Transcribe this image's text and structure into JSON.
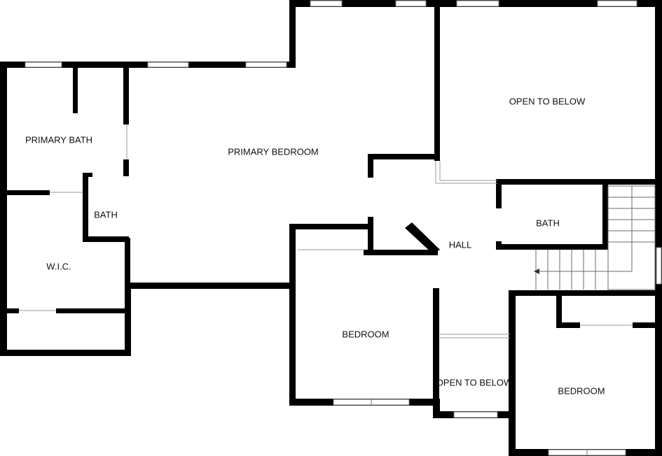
{
  "rooms": {
    "primary_bath": "PRIMARY BATH",
    "primary_bedroom": "PRIMARY BEDROOM",
    "open_to_below_top": "OPEN TO BELOW",
    "bath_small": "BATH",
    "wic": "W.I.C.",
    "hall": "HALL",
    "bath_right": "BATH",
    "bedroom_center": "BEDROOM",
    "open_to_below_bottom": "OPEN TO BELOW",
    "bedroom_right": "BEDROOM"
  },
  "colors": {
    "wall": "#000000",
    "background": "#ffffff",
    "window_frame": "#7a7a7a"
  }
}
